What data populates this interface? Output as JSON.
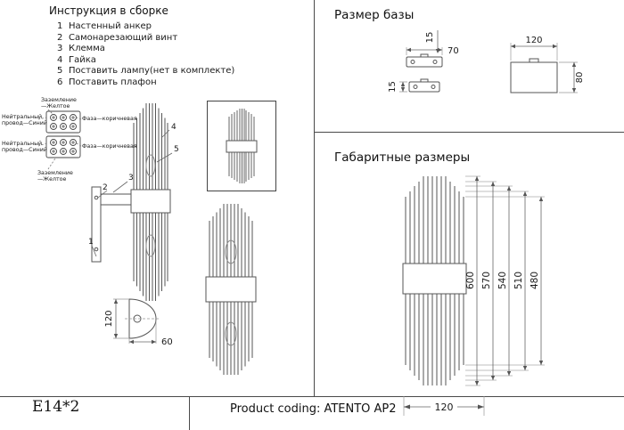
{
  "instructions": {
    "title": "Инструкция в сборке",
    "items": [
      {
        "num": "1",
        "text": "Настенный анкер"
      },
      {
        "num": "2",
        "text": "Самонарезающий винт"
      },
      {
        "num": "3",
        "text": "Клемма"
      },
      {
        "num": "4",
        "text": "Гайка"
      },
      {
        "num": "5",
        "text": "Поставить лампу(нет в комплекте)"
      },
      {
        "num": "6",
        "text": "Поставить плафон"
      }
    ]
  },
  "wiring": {
    "ground_line1": "Заземление",
    "ground_line2": "—Желтое",
    "neutral_line1": "Нейтральный",
    "neutral_line2": "провод—Синий",
    "phase": "Фаза—коричневая"
  },
  "callouts": {
    "c1": "1",
    "c2": "2",
    "c3": "3",
    "c4": "4",
    "c5": "5"
  },
  "base_view": {
    "dim_height": "120",
    "dim_width": "60"
  },
  "base_size_panel": {
    "title": "Размер базы",
    "dim_top": "15",
    "dim_length": "70",
    "dim_bottom": "15",
    "dim_width": "120",
    "dim_height": "80"
  },
  "overall_panel": {
    "title": "Габаритные размеры",
    "dims": [
      "600",
      "570",
      "540",
      "510",
      "480"
    ],
    "dim_width": "120"
  },
  "footer": {
    "lamp_code": "E14*2",
    "product_coding": "Product coding: ATENTO AP2"
  }
}
